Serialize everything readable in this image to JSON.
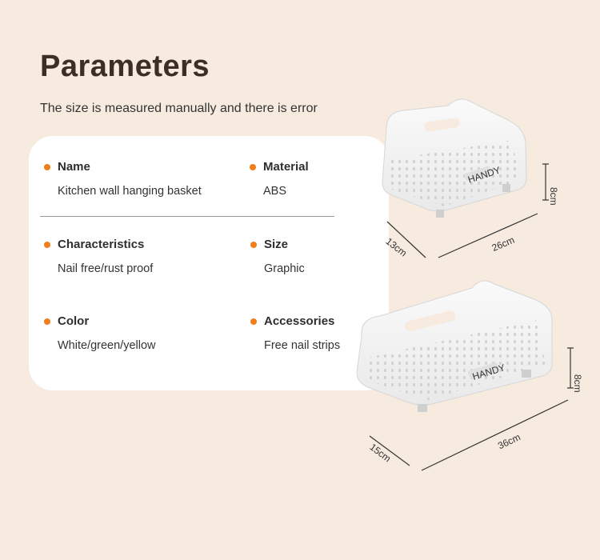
{
  "heading": {
    "title": "Parameters",
    "subtitle": "The size is measured manually and there is error"
  },
  "params": [
    {
      "label": "Name",
      "value": "Kitchen wall hanging basket"
    },
    {
      "label": "Material",
      "value": "ABS"
    },
    {
      "label": "Characteristics",
      "value": "Nail free/rust proof"
    },
    {
      "label": "Size",
      "value": "Graphic"
    },
    {
      "label": "Color",
      "value": "White/green/yellow"
    },
    {
      "label": "Accessories",
      "value": "Free nail strips"
    }
  ],
  "product_images": {
    "small": {
      "brand": "HANDY",
      "width": "26cm",
      "depth": "13cm",
      "height": "8cm"
    },
    "large": {
      "brand": "HANDY",
      "width": "36cm",
      "depth": "15cm",
      "height": "8cm"
    }
  },
  "colors": {
    "background": "#f7ebe0",
    "accent_dot": "#f07c1b",
    "title": "#3b2e26"
  }
}
